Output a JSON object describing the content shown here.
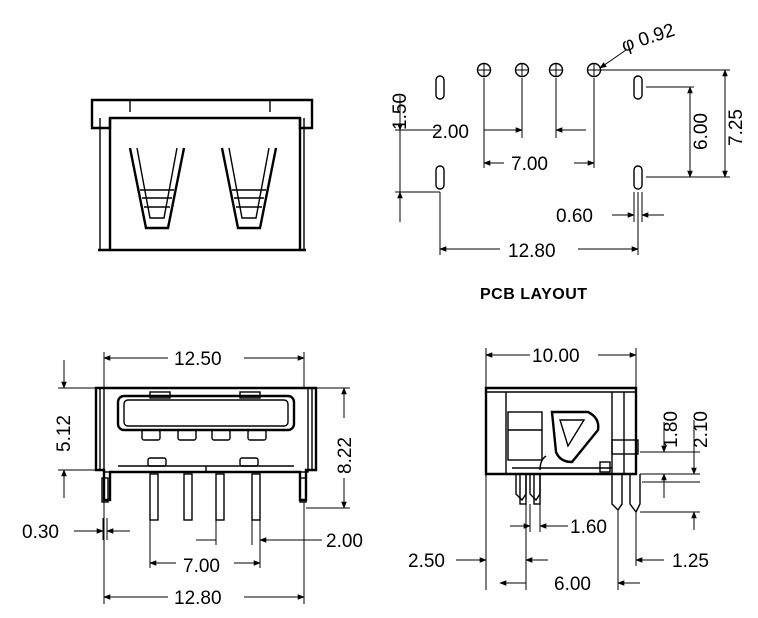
{
  "pcb_layout": {
    "title": "PCB LAYOUT",
    "hole_diameter": "φ 0.92",
    "pin_pitch": "2.00",
    "pin_span": "7.00",
    "slot_vertical_pitch": "1.50",
    "shell_pitch": "6.00",
    "signal_to_shell": "7.25",
    "slot_width": "0.60",
    "shell_span": "12.80"
  },
  "front_view": {
    "width": "12.50",
    "upper_height": "5.12",
    "total_height": "8.22",
    "pin_thickness": "0.30",
    "pin_span": "7.00",
    "pin_pitch": "2.00",
    "shell_span": "12.80"
  },
  "side_view": {
    "length": "10.00",
    "dim_a": "1.80",
    "dim_b": "2.10",
    "pin_offset": "1.60",
    "front_offset": "2.50",
    "leg_spacing": "6.00",
    "leg_depth": "1.25"
  }
}
